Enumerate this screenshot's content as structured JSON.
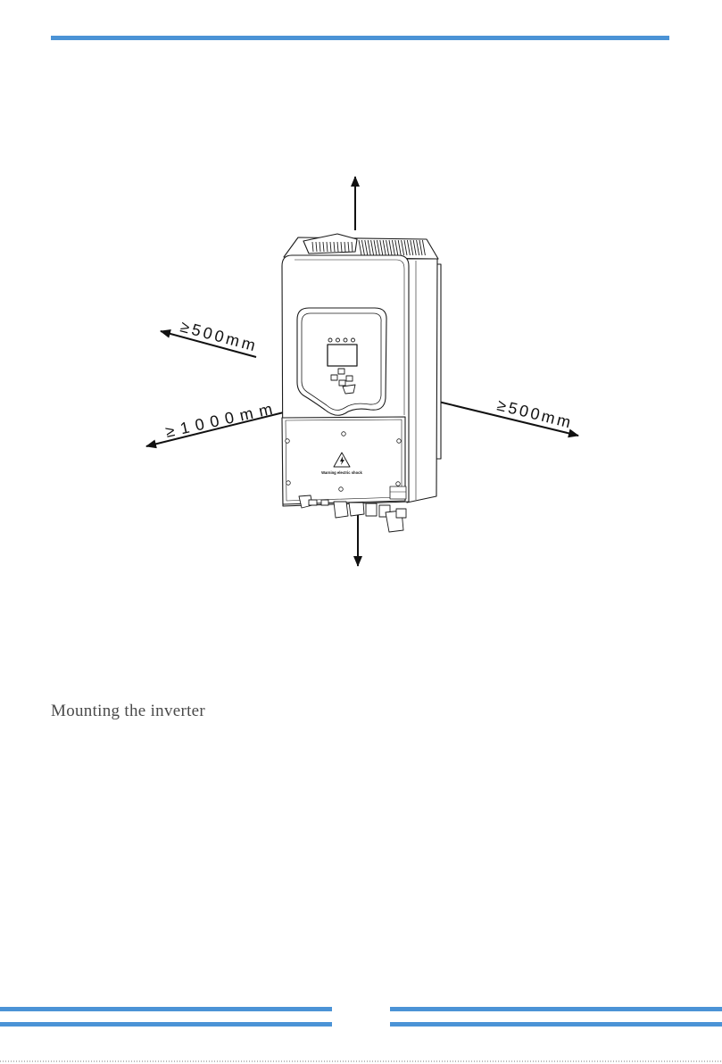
{
  "colors": {
    "accent_rule": "#4b93d6",
    "line_art": "#1c1c1c"
  },
  "figure": {
    "clearance_left_upper": "≥500mm",
    "clearance_left_lower": "≥1000mm",
    "clearance_right": "≥500mm",
    "cover_warning_label": "Warning electric shock"
  },
  "section_heading": "Mounting the inverter"
}
